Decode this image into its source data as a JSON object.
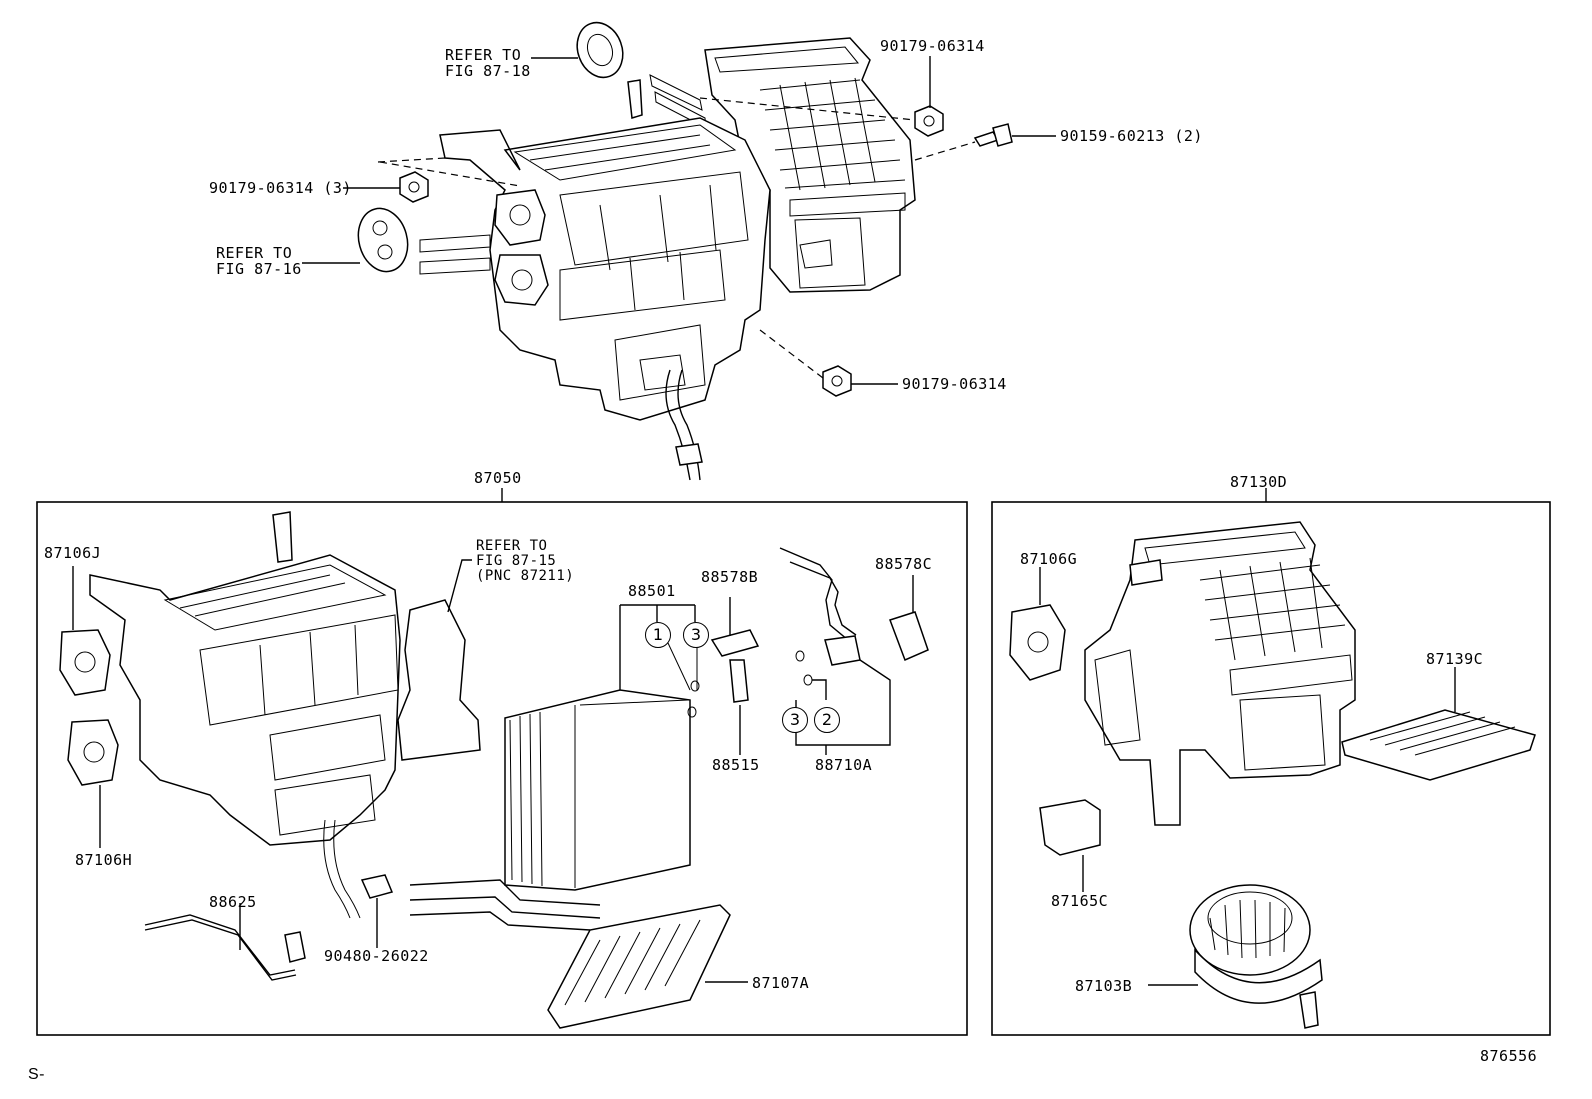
{
  "top_callouts": {
    "refer_18": "REFER TO\nFIG 87-18",
    "p90179_tr": "90179-06314",
    "p90159": "90159-60213 (2)",
    "p90179_l3": "90179-06314 (3)",
    "refer_16": "REFER TO\nFIG 87-16",
    "p90179_br": "90179-06314"
  },
  "box_main": {
    "title": "87050",
    "p87106J": "87106J",
    "p87106H": "87106H",
    "refer_15": "REFER TO\nFIG 87-15\n(PNC 87211)",
    "p88501": "88501",
    "circle_1a": "1",
    "circle_3a": "3",
    "p88578B": "88578B",
    "p88515": "88515",
    "p88578C": "88578C",
    "circle_3b": "3",
    "circle_2b": "2",
    "p88710A": "88710A",
    "p88625": "88625",
    "p90480": "90480-26022",
    "p87107A": "87107A"
  },
  "box_right": {
    "title": "87130D",
    "p87106G": "87106G",
    "p87139C": "87139C",
    "p87165C": "87165C",
    "p87103B": "87103B"
  },
  "footer": {
    "code": "876556",
    "left_mark": "S-"
  }
}
